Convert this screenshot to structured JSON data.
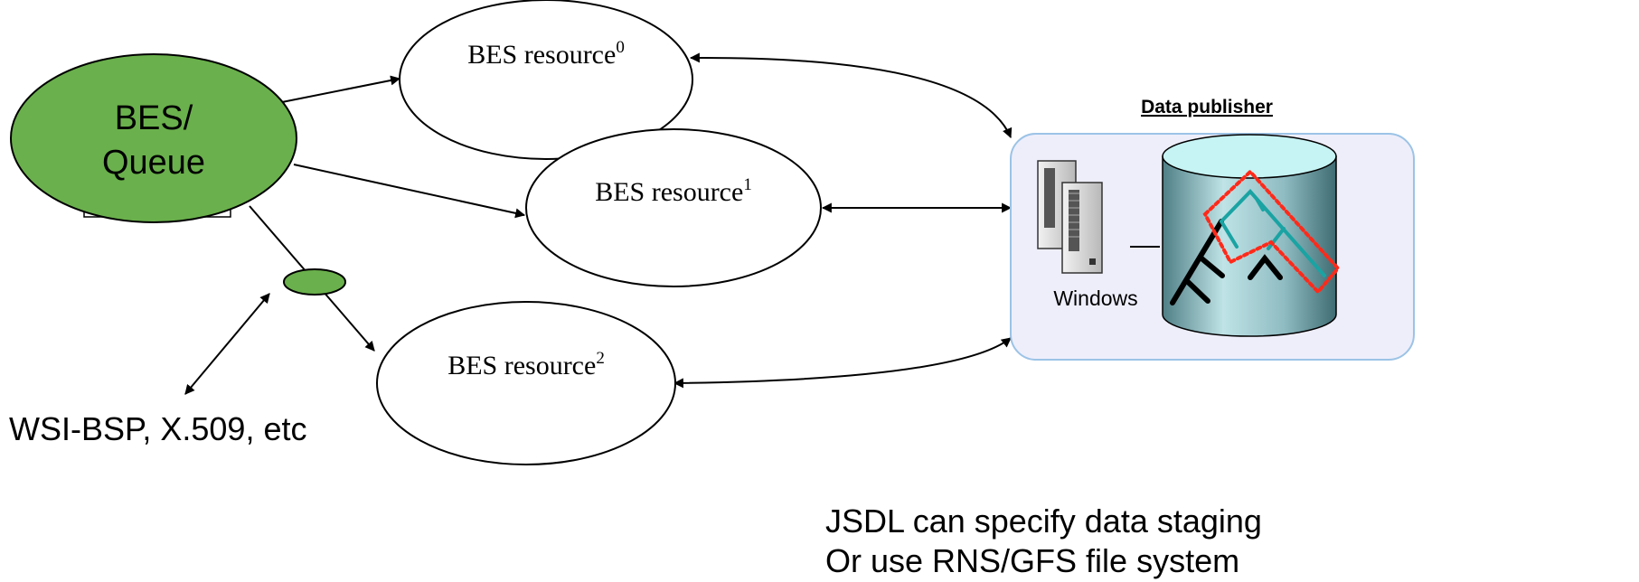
{
  "diagram": {
    "queue_node": {
      "line1": "BES/",
      "line2": "Queue"
    },
    "resources": [
      {
        "label": "BES resource",
        "sup": "0"
      },
      {
        "label": "BES resource",
        "sup": "1"
      },
      {
        "label": "BES resource",
        "sup": "2"
      }
    ],
    "security_label": "WSI-BSP, X.509, etc",
    "publisher": {
      "title": "Data publisher",
      "server_label": "Windows"
    },
    "notes": [
      "JSDL can specify data staging",
      "Or use RNS/GFS file system"
    ],
    "colors": {
      "queue_fill": "#6ab04c",
      "panel_fill": "#eeeefb",
      "panel_border": "#9cc3e6",
      "tree_teal": "#1aa3a3",
      "dotted_red": "#ff2a1a",
      "drum_top": "#c6f3f3"
    }
  }
}
